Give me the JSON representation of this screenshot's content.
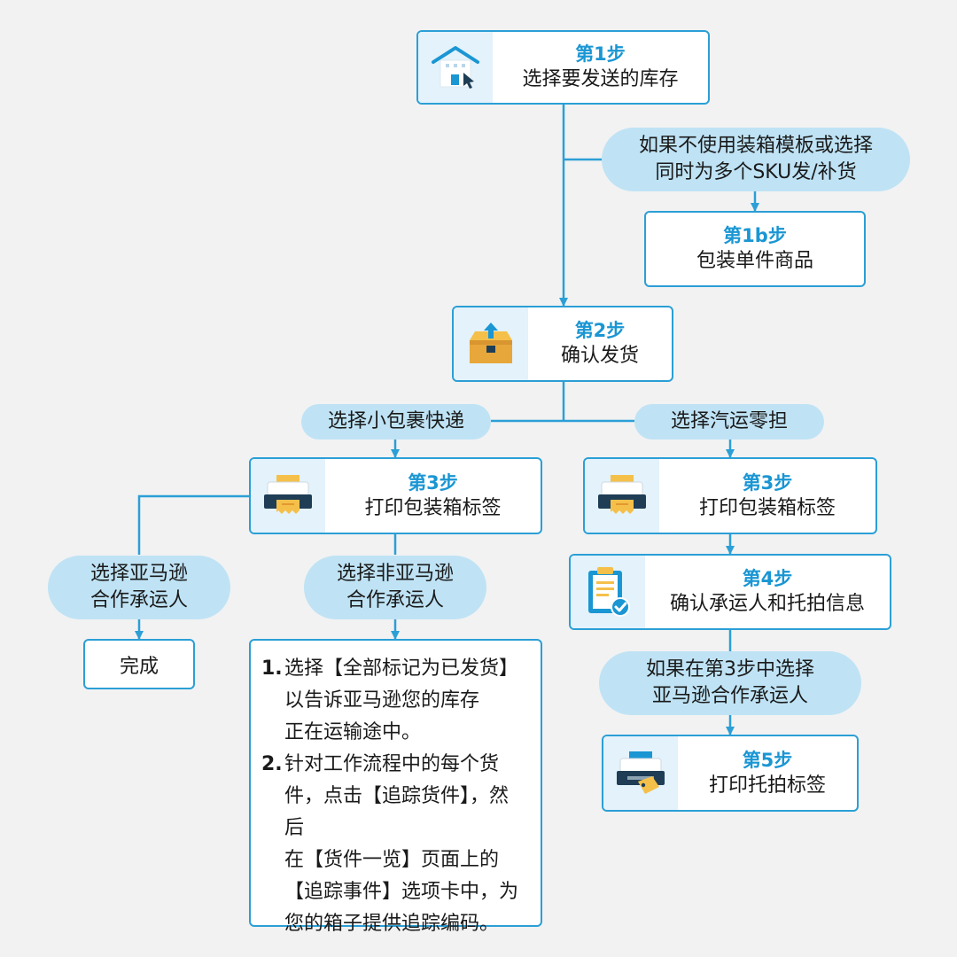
{
  "colors": {
    "accent": "#1a96d3",
    "border": "#2b9fd6",
    "pill": "#bfe3f5",
    "icon_bg": "#e3f2fb",
    "background": "#f2f2f2"
  },
  "step1": {
    "title": "第1步",
    "desc": "选择要发送的库存",
    "icon": "warehouse-cursor-icon"
  },
  "pill_no_template": {
    "line1": "如果不使用装箱模板或选择",
    "line2": "同时为多个SKU发/补货"
  },
  "step1b": {
    "title": "第1b步",
    "desc": "包装单件商品"
  },
  "step2": {
    "title": "第2步",
    "desc": "确认发货",
    "icon": "box-upload-icon"
  },
  "pill_spd": {
    "label": "选择小包裹快递"
  },
  "pill_ltl": {
    "label": "选择汽运零担"
  },
  "step3_left": {
    "title": "第3步",
    "desc": "打印包装箱标签",
    "icon": "printer-icon"
  },
  "step3_right": {
    "title": "第3步",
    "desc": "打印包装箱标签",
    "icon": "printer-icon"
  },
  "pill_amazon_carrier": {
    "line1": "选择亚马逊",
    "line2": "合作承运人"
  },
  "pill_non_amazon_carrier": {
    "line1": "选择非亚马逊",
    "line2": "合作承运人"
  },
  "done": {
    "label": "完成"
  },
  "instructions": {
    "items": [
      {
        "num": "1.",
        "lines": [
          "选择【全部标记为已发货】",
          "以告诉亚马逊您的库存",
          "正在运输途中。"
        ]
      },
      {
        "num": "2.",
        "lines": [
          "针对工作流程中的每个货",
          "件，点击【追踪货件】，然后",
          "在【货件一览】页面上的",
          "【追踪事件】选项卡中，为",
          "您的箱子提供追踪编码。"
        ]
      }
    ]
  },
  "step4": {
    "title": "第4步",
    "desc": "确认承运人和托拍信息",
    "icon": "clipboard-check-icon"
  },
  "pill_if_step3": {
    "line1": "如果在第3步中选择",
    "line2": "亚马逊合作承运人"
  },
  "step5": {
    "title": "第5步",
    "desc": "打印托拍标签",
    "icon": "printer-tag-icon"
  }
}
